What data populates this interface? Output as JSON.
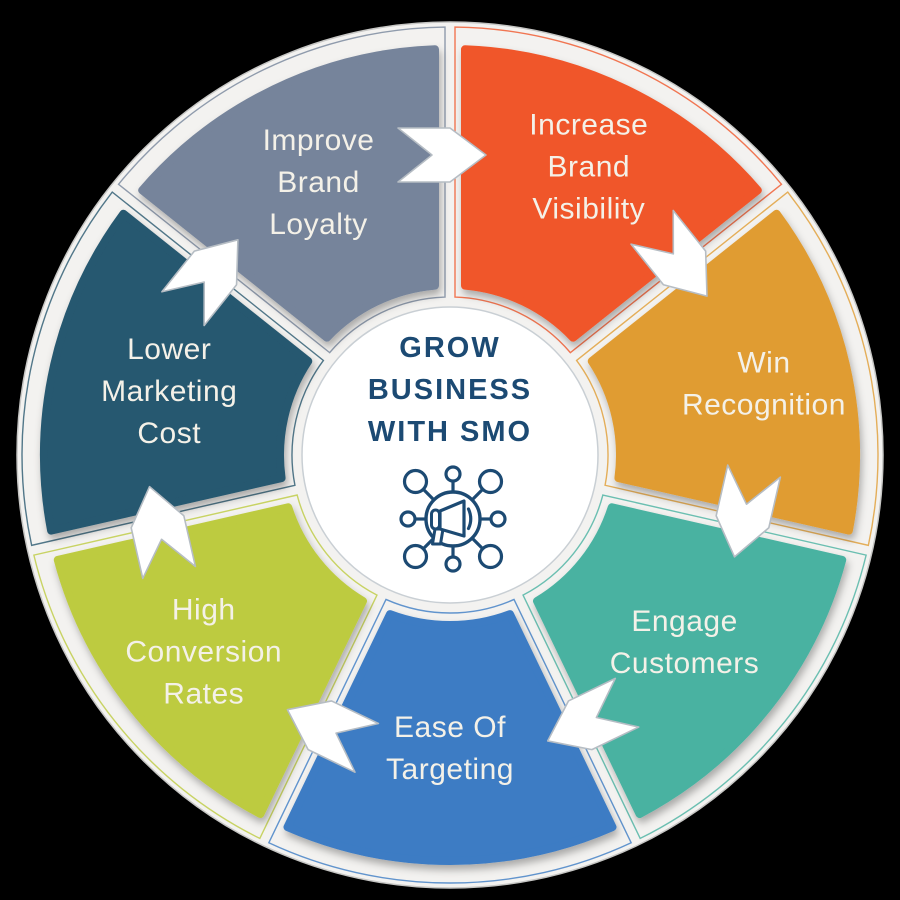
{
  "diagram": {
    "title": "GROW BUSINESS WITH SMO",
    "title_lines": [
      "GROW",
      "BUSINESS",
      "WITH SMO"
    ],
    "title_color": "#1c4a73",
    "center_icon": "megaphone-network-icon",
    "icon_color": "#1c4a73",
    "background_color": "#000000",
    "disc_color": "#f3f2f0",
    "label_color": "#f4f1e8",
    "arrow_color": "#ffffff",
    "arrow_outline_color": "#b6bdc4",
    "flow_direction": "clockwise",
    "segments": [
      {
        "id": "increase-brand-visibility",
        "label": "Increase Brand Visibility",
        "label_lines": [
          "Increase",
          "Brand",
          "Visibility"
        ],
        "color": "#f0562a"
      },
      {
        "id": "win-recognition",
        "label": "Win Recognition",
        "label_lines": [
          "Win",
          "Recognition"
        ],
        "color": "#e09c33"
      },
      {
        "id": "engage-customers",
        "label": "Engage Customers",
        "label_lines": [
          "Engage",
          "Customers"
        ],
        "color": "#49b2a1"
      },
      {
        "id": "ease-of-targeting",
        "label": "Ease Of Targeting",
        "label_lines": [
          "Ease Of",
          "Targeting"
        ],
        "color": "#3c7cc4"
      },
      {
        "id": "high-conversion-rates",
        "label": "High Conversion Rates",
        "label_lines": [
          "High",
          "Conversion",
          "Rates"
        ],
        "color": "#bdcb40"
      },
      {
        "id": "lower-marketing-cost",
        "label": "Lower Marketing Cost",
        "label_lines": [
          "Lower",
          "Marketing",
          "Cost"
        ],
        "color": "#28586f"
      },
      {
        "id": "improve-brand-loyalty",
        "label": "Improve Brand Loyalty",
        "label_lines": [
          "Improve",
          "Brand",
          "Loyalty"
        ],
        "color": "#76849b"
      }
    ]
  }
}
